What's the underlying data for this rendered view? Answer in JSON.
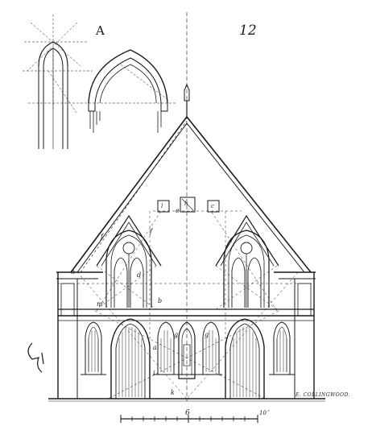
{
  "labels": {
    "figure_letter": "A",
    "plate_number": "12",
    "signature": "E. COLLINGWOOD.",
    "scale_six": "6",
    "scale_ten": "10˝"
  },
  "letters": {
    "e": "e",
    "f": "f",
    "d": "d",
    "m": "m",
    "n": "n",
    "b": "b",
    "a": "a",
    "g": "g",
    "i": "i",
    "k": "k"
  },
  "boxes": {
    "left": "l",
    "middle": "h",
    "right": "c"
  }
}
